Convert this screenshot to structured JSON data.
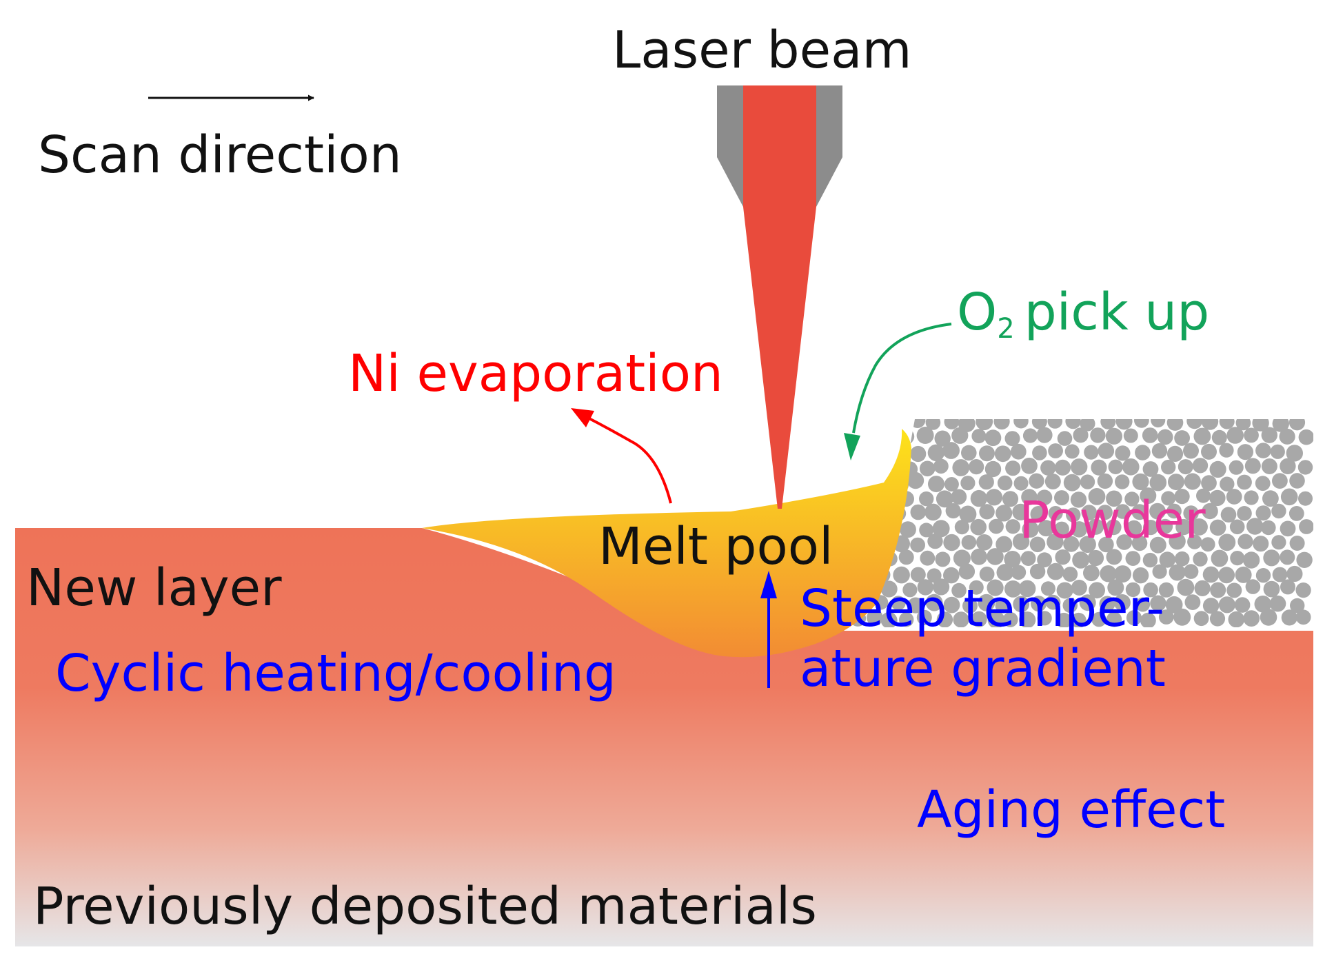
{
  "labels": {
    "laser_beam": "Laser beam",
    "scan_direction": "Scan direction",
    "ni_evaporation": "Ni evaporation",
    "o2_pick_up_prefix": "O",
    "o2_pick_up_subscript": "2",
    "o2_pick_up_suffix": "pick up",
    "melt_pool": "Melt pool",
    "new_layer": "New layer",
    "cyclic_heating_cooling": "Cyclic heating/cooling",
    "steep_gradient_line1": "Steep temper-",
    "steep_gradient_line2": "ature gradient",
    "powder": "Powder",
    "aging_effect": "Aging effect",
    "previously_deposited": "Previously deposited materials"
  },
  "colors": {
    "laser": "#e94b3c",
    "nozzle": "#8c8c8c",
    "substrate_top": "#ee7358",
    "substrate_bottom": "#e6e6e6",
    "melt_pool_top": "#fde31a",
    "melt_pool_bottom": "#f39033",
    "powder": "#a8a8a8",
    "red_text": "#ff0000",
    "green_text": "#12a35a",
    "blue_text": "#0000ff",
    "magenta_text": "#e8379b",
    "black_text": "#111111"
  }
}
